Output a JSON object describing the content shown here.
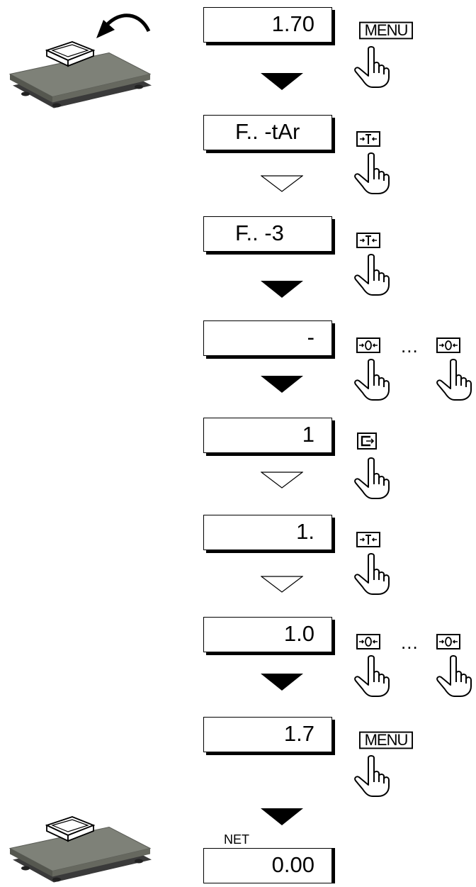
{
  "steps": [
    {
      "display": "1.70",
      "key": "menu",
      "arrow": "filled"
    },
    {
      "display": "F.. -tAr",
      "key": "tare",
      "arrow": "outline"
    },
    {
      "display": "F.. -3",
      "key": "tare",
      "arrow": "filled"
    },
    {
      "display": "-",
      "key": "zero-range",
      "arrow": "filled"
    },
    {
      "display": "1",
      "key": "print",
      "arrow": "outline"
    },
    {
      "display": "1.",
      "key": "tare",
      "arrow": "outline"
    },
    {
      "display": "1.0",
      "key": "zero-range",
      "arrow": "filled"
    },
    {
      "display": "1.7",
      "key": "menu",
      "arrow": "filled"
    }
  ],
  "final": {
    "indicator": "NET",
    "display": "0.00"
  },
  "keys": {
    "menu_label": "MENU",
    "tare_label": "T",
    "zero_label": "0"
  },
  "ellipsis": "...",
  "colors": {
    "stroke": "#000000",
    "scale_top": "#7e8178",
    "scale_base": "#3c3c3c"
  },
  "icons": [
    "scale-icon",
    "box-icon",
    "curved-arrow-icon",
    "finger-press-icon",
    "down-arrow-icon",
    "tare-key-icon",
    "zero-key-icon",
    "print-key-icon",
    "menu-key-icon"
  ]
}
